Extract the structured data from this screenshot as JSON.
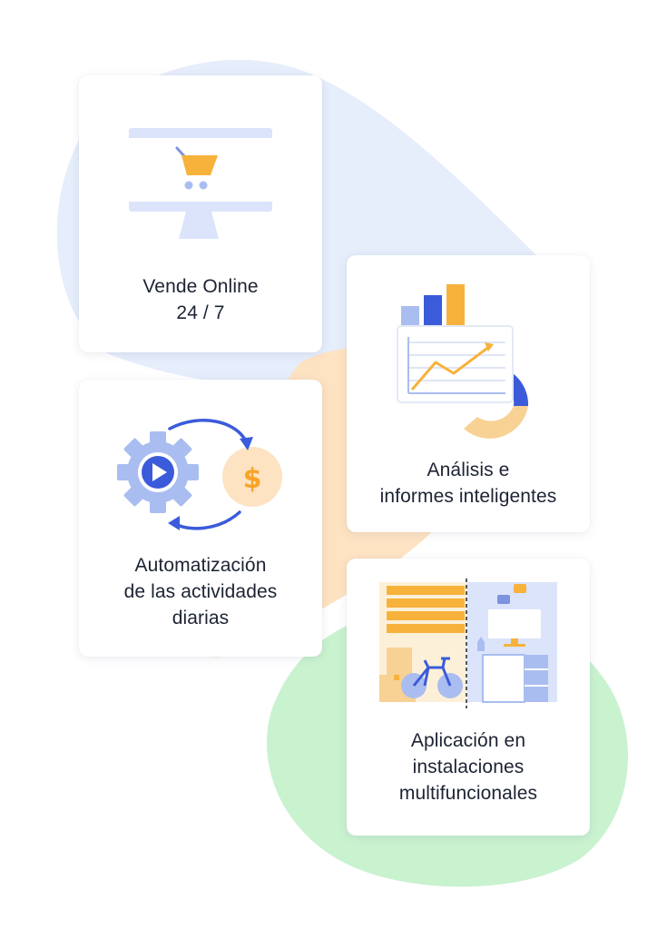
{
  "cards": {
    "online": {
      "label": "Vende Online\n24 / 7"
    },
    "analysis": {
      "label": "Análisis e\ninformes inteligentes"
    },
    "automation": {
      "label": "Automatización\nde las actividades\ndiarias"
    },
    "facilities": {
      "label": "Aplicación en\ninstalaciones\nmultifuncionales"
    }
  },
  "icons": {
    "online": "monitor-cart-icon",
    "analysis": "analytics-charts-icon",
    "automation": "gear-play-dollar-icon",
    "facilities": "multifunctional-room-icon"
  },
  "colors": {
    "blob_blue": "#e6edfb",
    "blob_peach": "#fde3c2",
    "blob_green": "#c9f2cf",
    "accent_orange": "#f7b23b",
    "accent_blue": "#3b5bdb",
    "light_blue": "#a9bdf0",
    "text": "#1c2333"
  }
}
